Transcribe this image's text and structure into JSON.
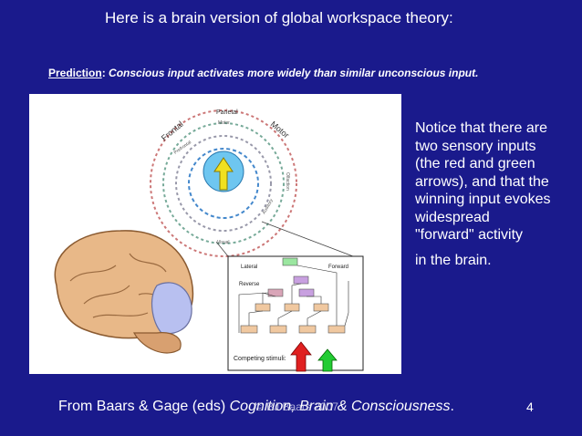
{
  "slide": {
    "title": "Here is a brain version of global workspace theory:",
    "prediction_label": "Prediction",
    "prediction_sep": ": ",
    "prediction_text": "Conscious input activates more widely than similar unconscious input.",
    "notice_text": "Notice that there are two sensory inputs (the red and green arrows), and that the winning input evokes widespread \"forward\" activity",
    "notice_tail": "in the brain.",
    "citation_prefix": "From Baars & Gage (eds) ",
    "citation_book": "Cognition, Brain & Consciousness",
    "citation_suffix": ".",
    "copyright": "© BJ Baars 2007",
    "page_number": "4"
  },
  "figure": {
    "labels": {
      "parietal": "Parietal",
      "frontal": "Frontal",
      "motor": "Motor",
      "motor_small": "Motor",
      "prefrontal": "Prefrontal",
      "olfaction": "Olfaction",
      "auditory": "Auditory",
      "visual": "Visual",
      "lateral": "Lateral",
      "forward": "Forward",
      "reverse": "Reverse",
      "competing": "Competing stimuli:"
    },
    "colors": {
      "background": "#1a1a8c",
      "spotlight": "#6ec6f0",
      "red_arrow": "#e02020",
      "green_arrow": "#22cc33",
      "winning_arrow": "#f0e020",
      "brain": "#e8b888",
      "cerebellum_region": "#b8c0f0"
    }
  }
}
